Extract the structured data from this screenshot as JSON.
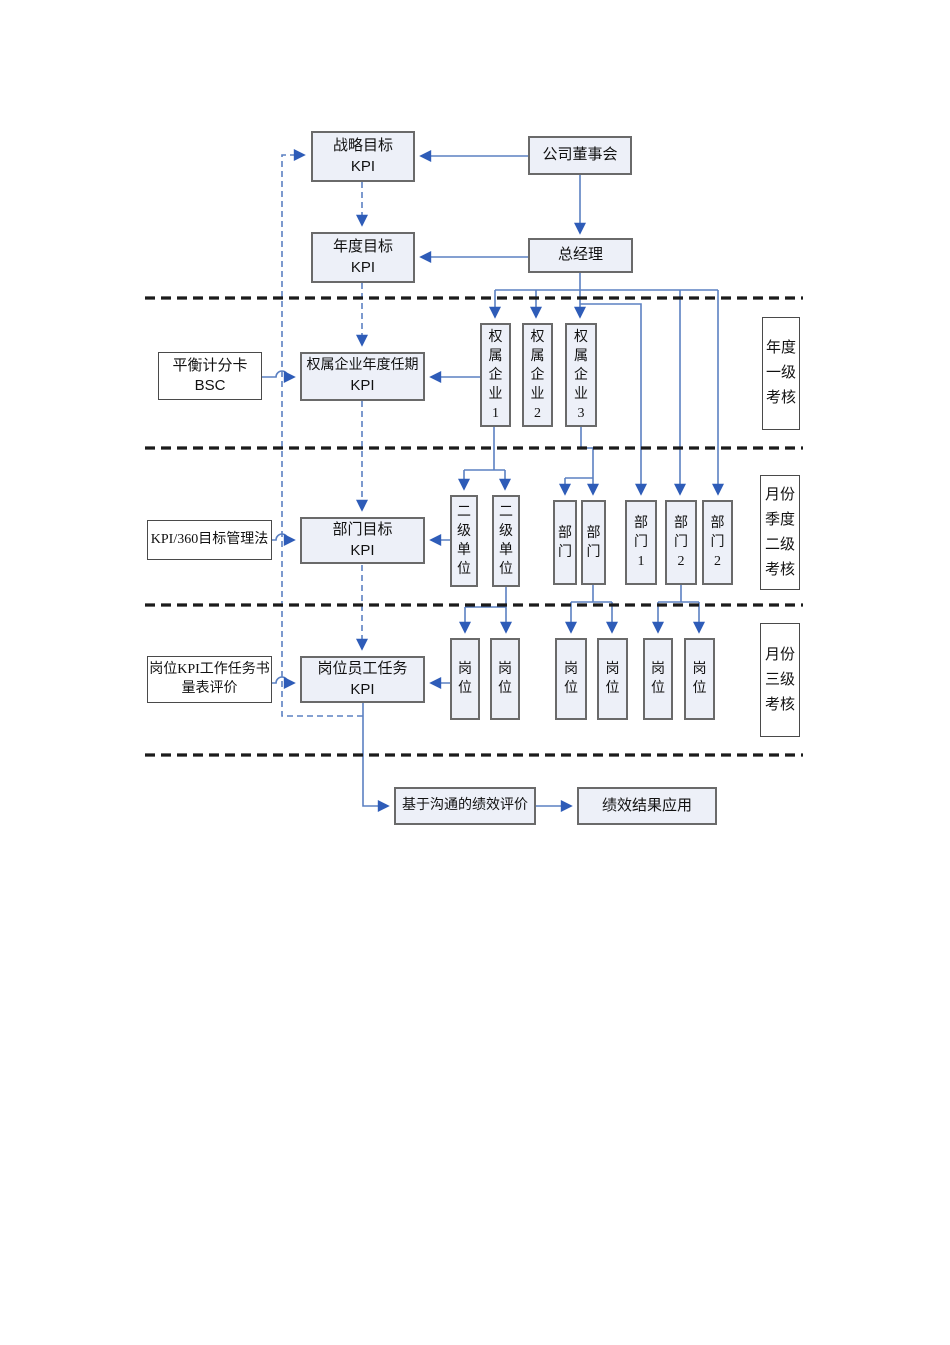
{
  "colors": {
    "connector_blue": "#5b80c2",
    "arrowhead_blue": "#2e5cb8",
    "node_fill": "#edf0f8",
    "node_border": "#6a6a6a",
    "separator_black": "#1b1b1b",
    "background": "#ffffff"
  },
  "nodes": {
    "strategic_kpi": {
      "line1": "战略目标",
      "line2": "KPI"
    },
    "board": {
      "label": "公司董事会"
    },
    "annual_kpi": {
      "line1": "年度目标",
      "line2": "KPI"
    },
    "general_manager": {
      "label": "总经理"
    },
    "bsc_tool": {
      "line1": "平衡计分卡",
      "line2": "BSC"
    },
    "subsidiary_term_kpi": {
      "line1": "权属企业年度任期",
      "line2": "KPI"
    },
    "subsidiaries": [
      "权属企业1",
      "权属企业2",
      "权属企业3"
    ],
    "tier1_label": "年度一级考核",
    "kpi360_tool": {
      "label": "KPI/360目标管理法"
    },
    "dept_goal_kpi": {
      "line1": "部门目标",
      "line2": "KPI"
    },
    "secondary_units": [
      "二级单位",
      "二级单位"
    ],
    "departments": [
      "部门",
      "部门",
      "部门1",
      "部门2",
      "部门2"
    ],
    "tier2_label": "月份季度二级考核",
    "job_task_tool": {
      "line1": "岗位KPI工作任务书",
      "line2": "量表评价"
    },
    "job_staff_kpi": {
      "line1": "岗位员工任务",
      "line2": "KPI"
    },
    "positions": [
      "岗位",
      "岗位",
      "岗位",
      "岗位",
      "岗位",
      "岗位"
    ],
    "tier3_label": "月份三级考核",
    "comm_eval": {
      "label": "基于沟通的绩效评价"
    },
    "result_app": {
      "label": "绩效结果应用"
    }
  }
}
